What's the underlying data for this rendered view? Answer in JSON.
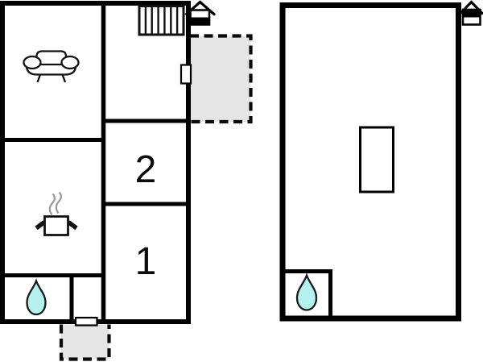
{
  "rooms": [
    {
      "id": "room-2",
      "label": "2"
    },
    {
      "id": "room-1",
      "label": "1"
    }
  ],
  "colors": {
    "background": "#ffffff",
    "wall": "#000000",
    "terrace_fill": "#e5e5e5",
    "water_drop_fill": "#b5f1ee",
    "water_drop_outline": "#1a1a1a",
    "steam": "#999999"
  },
  "icons": {
    "left_building": [
      {
        "name": "sofa-icon"
      },
      {
        "name": "stairs-icon",
        "steps": 7
      },
      {
        "name": "cooking-pot-icon"
      },
      {
        "name": "water-drop-icon"
      },
      {
        "name": "house-gable-icon",
        "variant": "lower-half-filled"
      },
      {
        "name": "door-icon"
      },
      {
        "name": "window-icon"
      }
    ],
    "right_building": [
      {
        "name": "water-drop-icon"
      },
      {
        "name": "house-gable-icon",
        "variant": "upper-half-filled"
      }
    ]
  },
  "terraces": {
    "count": 2,
    "style": "dashed-outline"
  }
}
